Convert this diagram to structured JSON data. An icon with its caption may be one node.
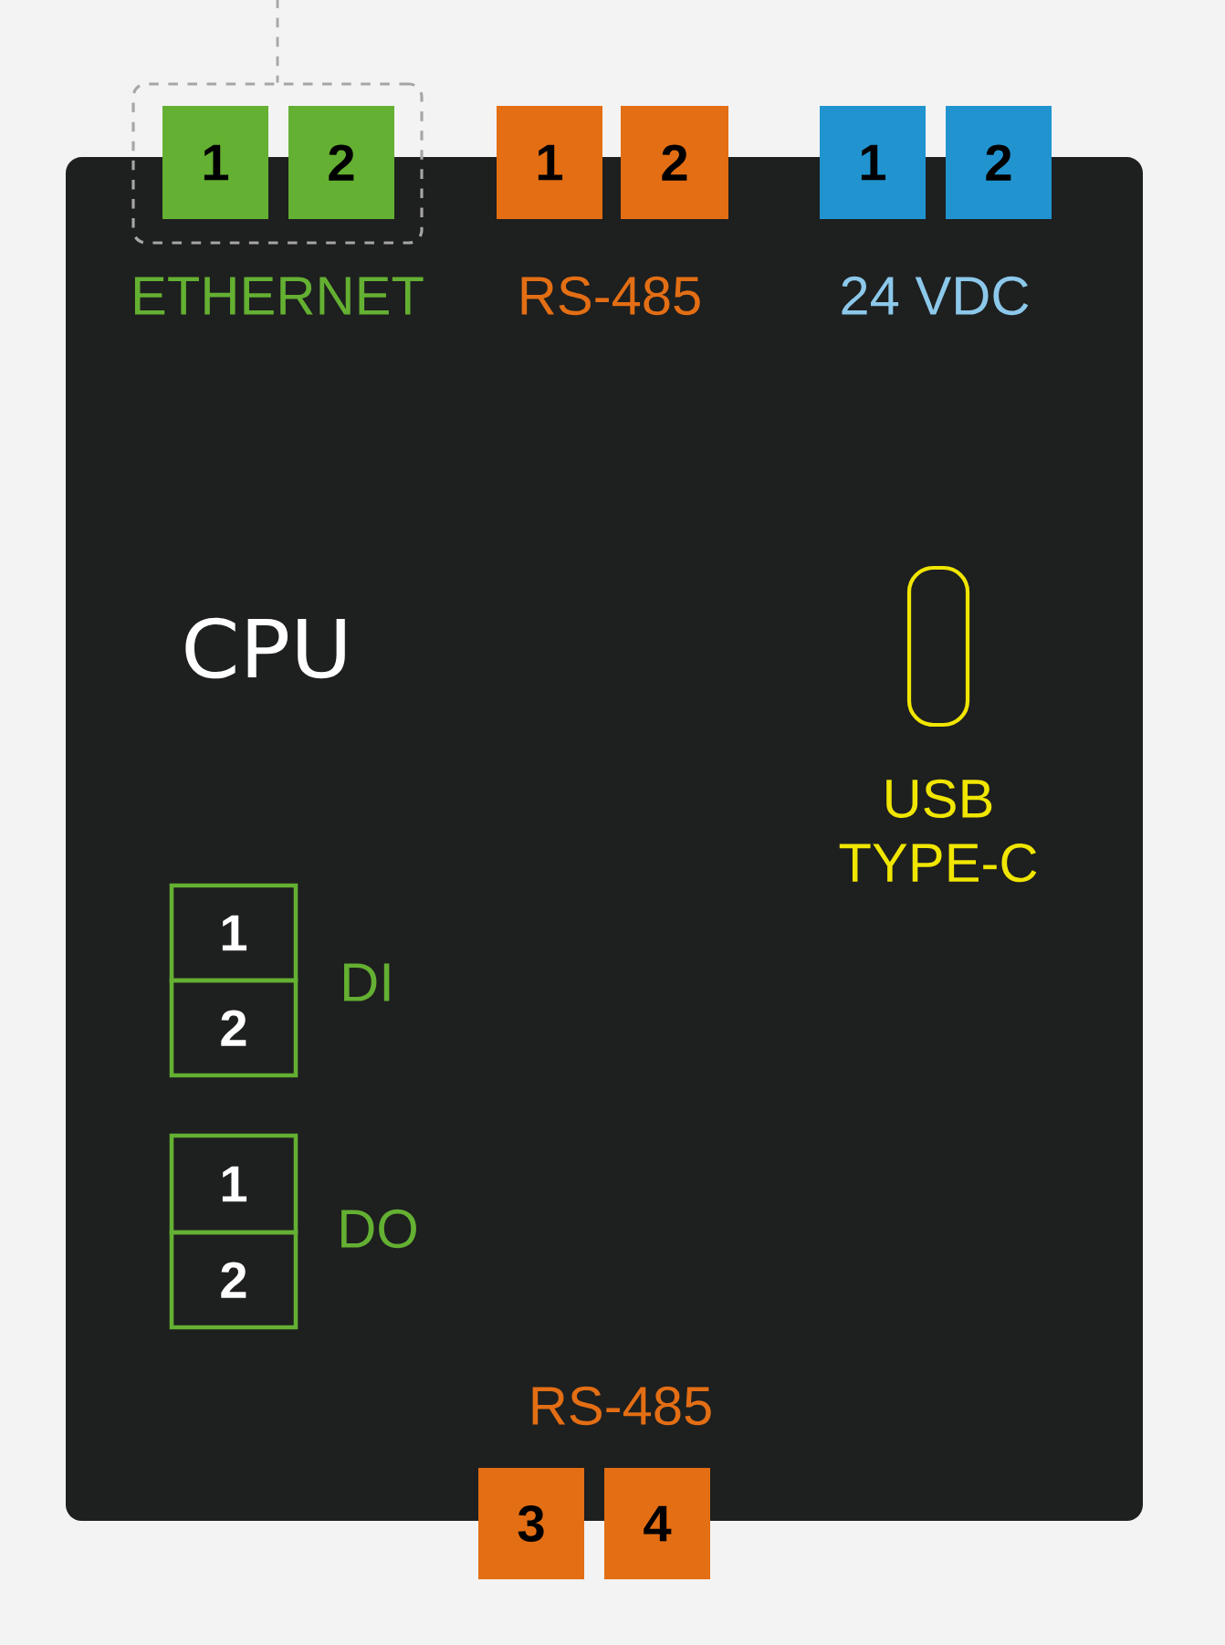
{
  "diagram": {
    "nodes": [
      {
        "text": [
          "CPU"
        ]
      },
      {
        "text": [],
        "shape": "box"
      },
      {
        "text": [
          "1"
        ],
        "in": 1
      },
      {
        "text": [
          "2"
        ],
        "in": 1
      },
      {
        "text": [
          "1"
        ]
      },
      {
        "text": [
          "2"
        ]
      },
      {
        "text": [
          "1"
        ]
      },
      {
        "text": [
          "2"
        ]
      },
      {
        "text": [
          "1"
        ],
        "in": 0
      },
      {
        "text": [
          "2"
        ],
        "in": 0
      },
      {
        "text": [
          "1"
        ],
        "in": 0
      },
      {
        "text": [
          "2"
        ],
        "in": 0
      },
      {
        "text": [
          "3"
        ]
      },
      {
        "text": [
          "4"
        ]
      }
    ],
    "edges": [
      {
        "from": null,
        "to": 1,
        "arrow": "none",
        "style": "dashed"
      }
    ],
    "labels": [
      "ETHERNET",
      "RS-485",
      "24 VDC",
      "USB TYPE-C",
      "DI",
      "DO",
      "RS-485"
    ]
  }
}
